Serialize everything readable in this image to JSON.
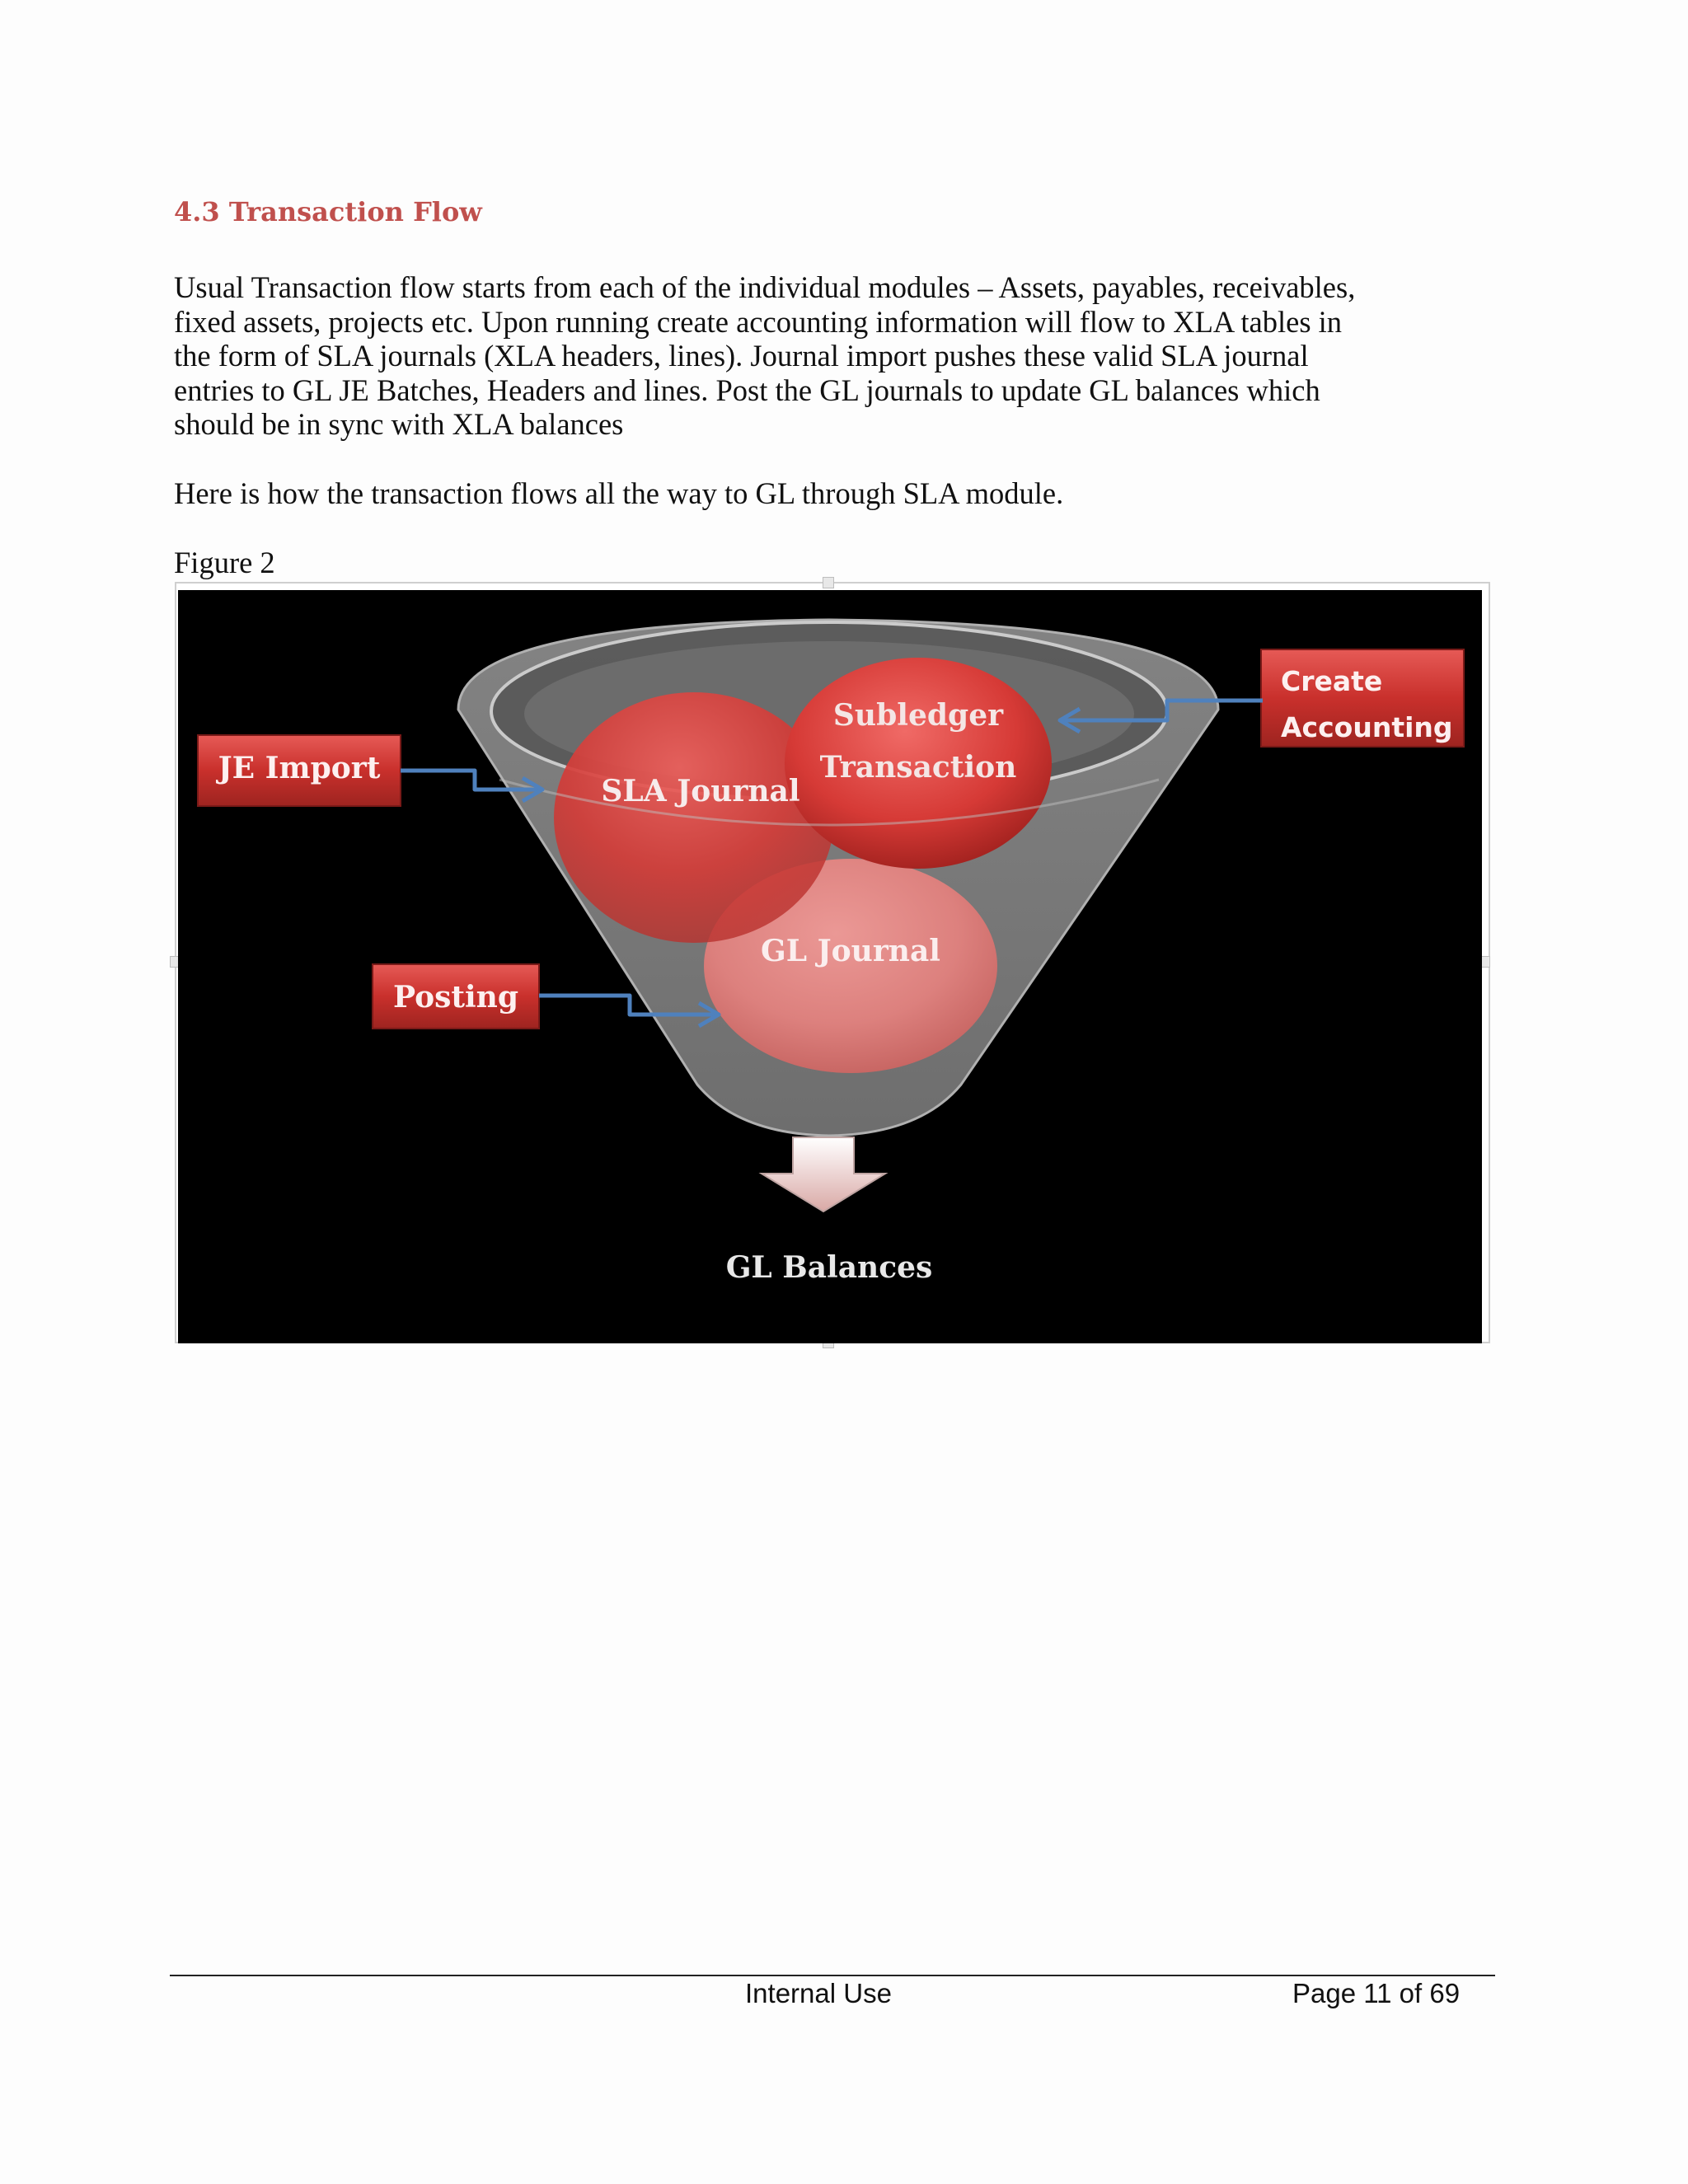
{
  "section": {
    "heading": "4.3 Transaction Flow"
  },
  "body": {
    "paragraph1_lines": [
      "Usual Transaction flow starts from each of the individual modules – Assets, payables, receivables,",
      "fixed assets, projects etc. Upon running create accounting information will flow to XLA tables in",
      "the form of SLA journals (XLA headers, lines). Journal import pushes these valid SLA journal",
      "entries to GL JE Batches, Headers and lines. Post the GL journals to update GL balances which",
      "should be in sync with XLA balances"
    ],
    "paragraph2": "Here is how the transaction flows all the way to GL through SLA module.",
    "figure_caption": "Figure 2"
  },
  "diagram": {
    "boxes": {
      "je_import": "JE Import",
      "create_accounting_line1": "Create",
      "create_accounting_line2": "Accounting",
      "posting": "Posting"
    },
    "circles": {
      "subledger_line1": "Subledger",
      "subledger_line2": "Transaction",
      "sla_journal": "SLA Journal",
      "gl_journal": "GL Journal"
    },
    "output_label": "GL Balances",
    "colors": {
      "background": "#000000",
      "box_red": "#c9302c",
      "arrow_blue": "#4f81bd",
      "funnel_gray": "#8a8a8a"
    }
  },
  "footer": {
    "center": "Internal Use",
    "page": "Page 11 of 69"
  }
}
